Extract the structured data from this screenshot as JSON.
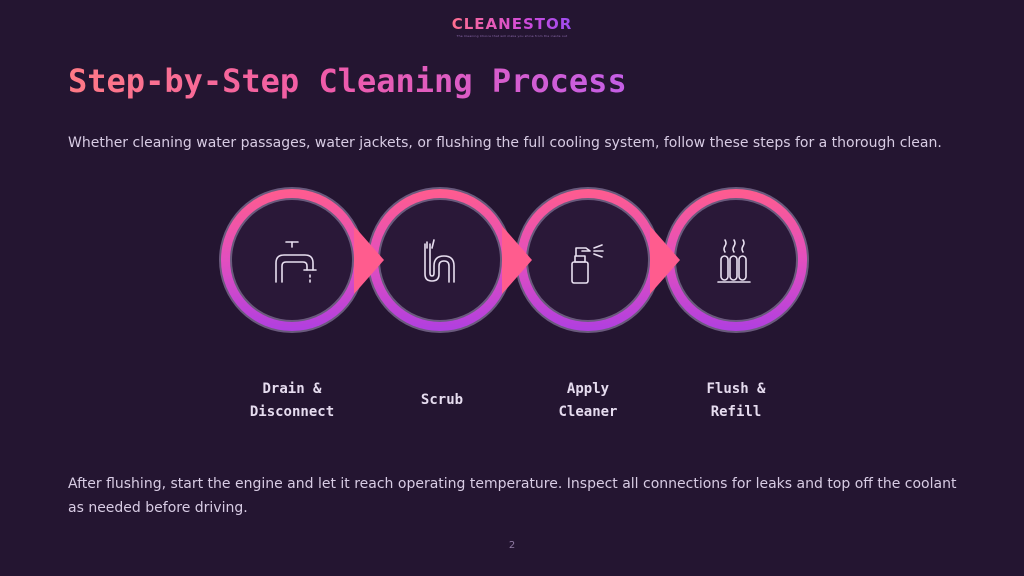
{
  "logo": {
    "wordmark": "CLEANESTOR",
    "tagline": "The Cleaning Choice that will make you shine from the inside out"
  },
  "title": "Step-by-Step Cleaning Process",
  "intro": "Whether cleaning water passages, water jackets, or flushing the full cooling system, follow these steps for a thorough clean.",
  "steps": [
    {
      "label": "Drain &\nDisconnect",
      "icon": "faucet-icon"
    },
    {
      "label": "Scrub",
      "icon": "brush-icon"
    },
    {
      "label": "Apply\nCleaner",
      "icon": "spray-bottle-icon"
    },
    {
      "label": "Flush &\nRefill",
      "icon": "radiator-icon"
    }
  ],
  "outro": "After flushing, start the engine and let it reach operating temperature. Inspect all connections for leaks and top off the coolant as needed before driving.",
  "page_number": "2",
  "colors": {
    "background": "#241531",
    "accent_pink": "#ff5c9a",
    "accent_purple": "#b03fe0",
    "ring_border": "#6a5a7d"
  }
}
